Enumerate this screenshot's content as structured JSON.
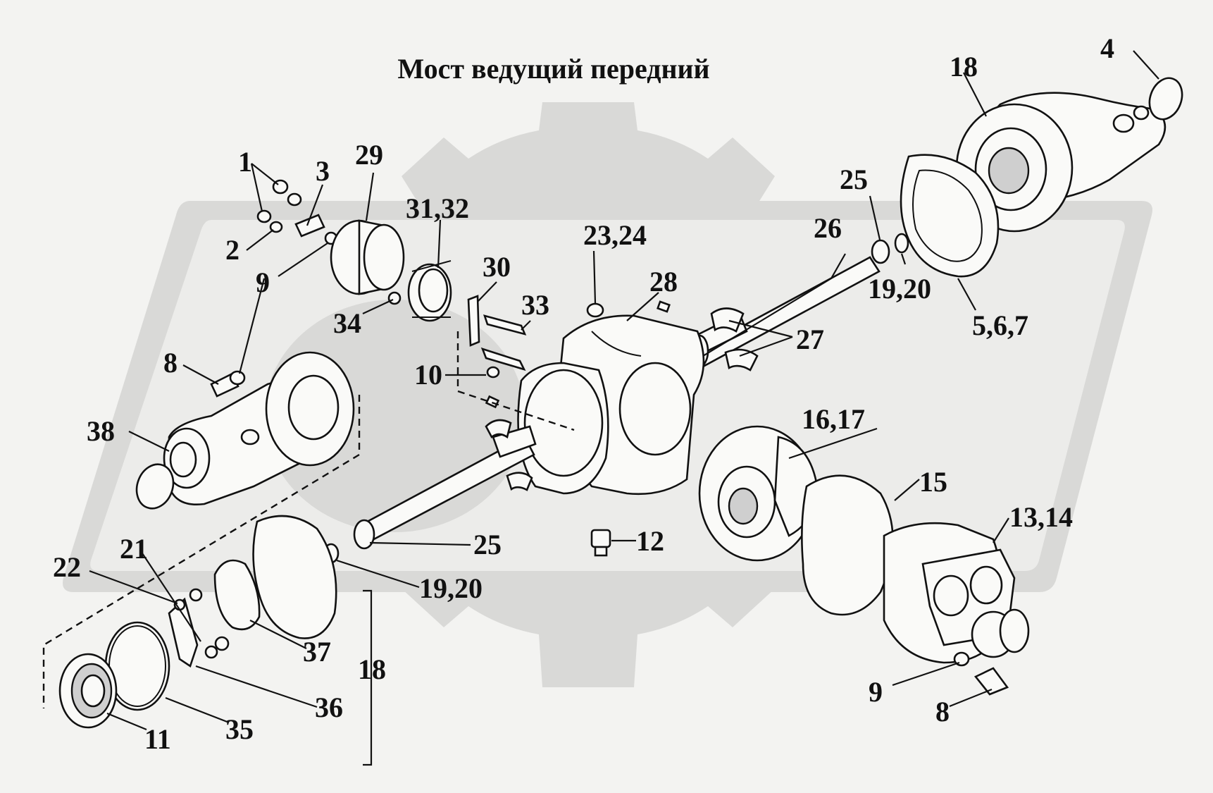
{
  "title": "Мост ведущий передний",
  "callouts": {
    "c1": "1",
    "c2": "2",
    "c3": "3",
    "c4": "4",
    "c18a": "18",
    "c29": "29",
    "c31_32": "31,32",
    "c23_24": "23,24",
    "c26": "26",
    "c25a": "25",
    "c19_20a": "19,20",
    "c5_6_7": "5,6,7",
    "c30": "30",
    "c33": "33",
    "c28": "28",
    "c27": "27",
    "c9a": "9",
    "c34": "34",
    "c8a": "8",
    "c10": "10",
    "c38": "38",
    "c16_17": "16,17",
    "c15": "15",
    "c13_14": "13,14",
    "c12": "12",
    "c25b": "25",
    "c19_20b": "19,20",
    "c21": "21",
    "c22": "22",
    "c37": "37",
    "c18b": "18",
    "c36": "36",
    "c35": "35",
    "c11": "11",
    "c9b": "9",
    "c8b": "8"
  },
  "colors": {
    "background": "#f3f3f1",
    "watermark": "#d9d9d7",
    "ink": "#111111"
  }
}
